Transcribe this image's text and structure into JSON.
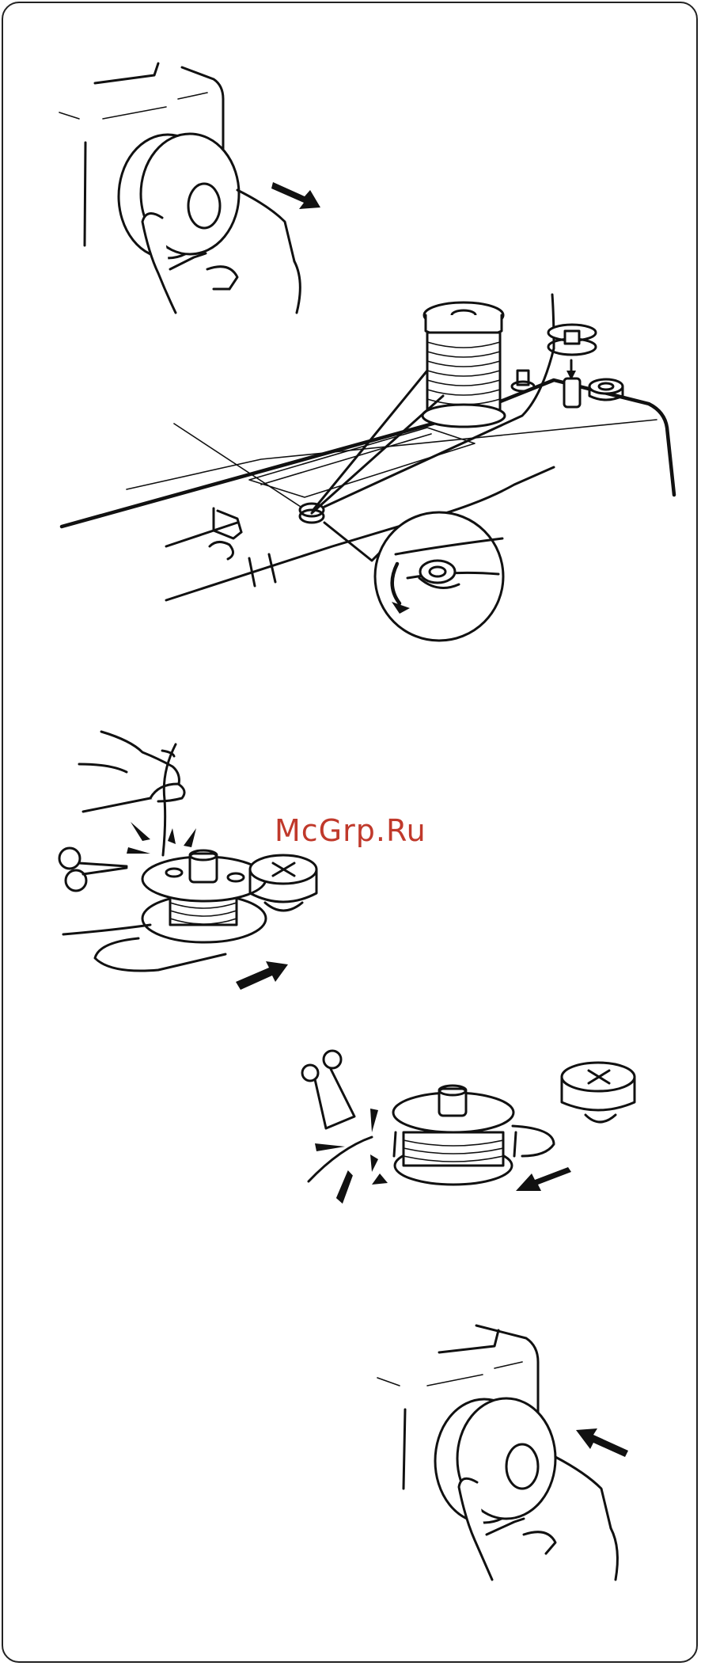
{
  "watermark": {
    "text": "McGrp.Ru",
    "color": "#c0392b"
  },
  "illustrations": [
    {
      "id": "handwheel-pull-out",
      "icon": "handwheel-pull-icon"
    },
    {
      "id": "spool-threading",
      "icon": "spool-pin-icon"
    },
    {
      "id": "thread-guide-detail",
      "icon": "thread-guide-icon"
    },
    {
      "id": "bobbin-hold-thread",
      "icon": "bobbin-winder-icon"
    },
    {
      "id": "bobbin-cut-thread",
      "icon": "scissors-icon"
    },
    {
      "id": "handwheel-push-in",
      "icon": "handwheel-push-icon"
    }
  ]
}
